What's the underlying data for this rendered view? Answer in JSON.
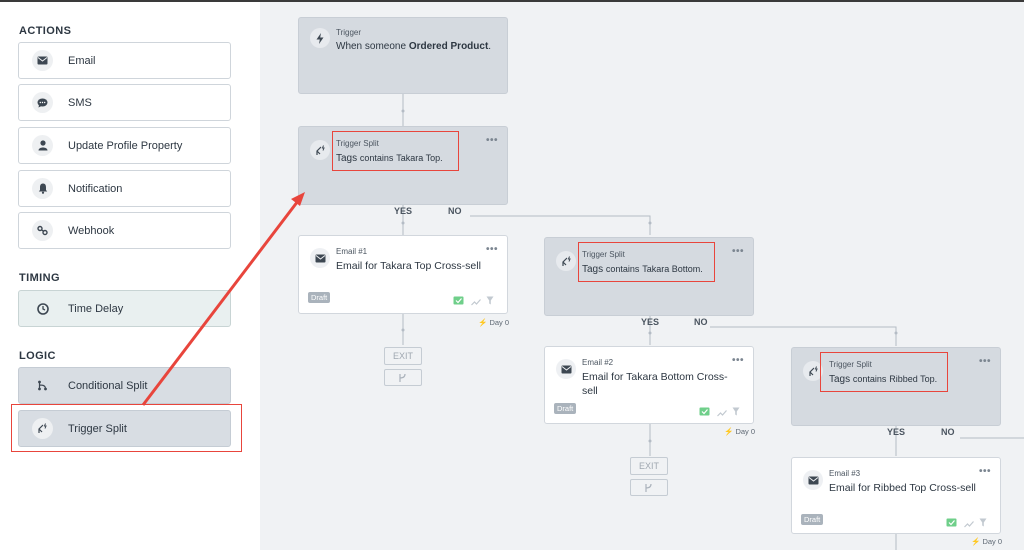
{
  "sidebar": {
    "actions_title": "ACTIONS",
    "actions": [
      {
        "label": "Email",
        "icon": "envelope-icon"
      },
      {
        "label": "SMS",
        "icon": "chat-bubble-icon"
      },
      {
        "label": "Update Profile Property",
        "icon": "user-icon"
      },
      {
        "label": "Notification",
        "icon": "bell-icon"
      },
      {
        "label": "Webhook",
        "icon": "webhook-icon"
      }
    ],
    "timing_title": "TIMING",
    "timing": [
      {
        "label": "Time Delay",
        "icon": "clock-icon"
      }
    ],
    "logic_title": "LOGIC",
    "logic": [
      {
        "label": "Conditional Split",
        "icon": "conditional-split-icon"
      },
      {
        "label": "Trigger Split",
        "icon": "trigger-split-icon"
      }
    ]
  },
  "flow": {
    "trigger": {
      "label": "Trigger",
      "prefix": "When someone",
      "event": "Ordered Product",
      "suffix": "."
    },
    "split1": {
      "label": "Trigger Split",
      "field": "Tags",
      "op": "contains",
      "value": "Takara Top."
    },
    "email1": {
      "label": "Email #1",
      "title": "Email for Takara Top Cross-sell",
      "status": "Draft",
      "day": "Day 0"
    },
    "split2": {
      "label": "Trigger Split",
      "field": "Tags",
      "op": "contains",
      "value": "Takara Bottom."
    },
    "email2": {
      "label": "Email #2",
      "title_line1": "Email for Takara Bottom Cross-",
      "title_line2": "sell",
      "status": "Draft",
      "day": "Day 0"
    },
    "split3": {
      "label": "Trigger Split",
      "field": "Tags",
      "op": "contains",
      "value": "Ribbed Top."
    },
    "email3": {
      "label": "Email #3",
      "title": "Email for Ribbed Top Cross-sell",
      "status": "Draft",
      "day": "Day 0"
    },
    "yes": "YES",
    "no": "NO",
    "exit": "EXIT",
    "more": "•••"
  },
  "colors": {
    "highlight": "#e8453c",
    "canvas": "#f0f2f4",
    "split_node": "#d5dae0"
  }
}
